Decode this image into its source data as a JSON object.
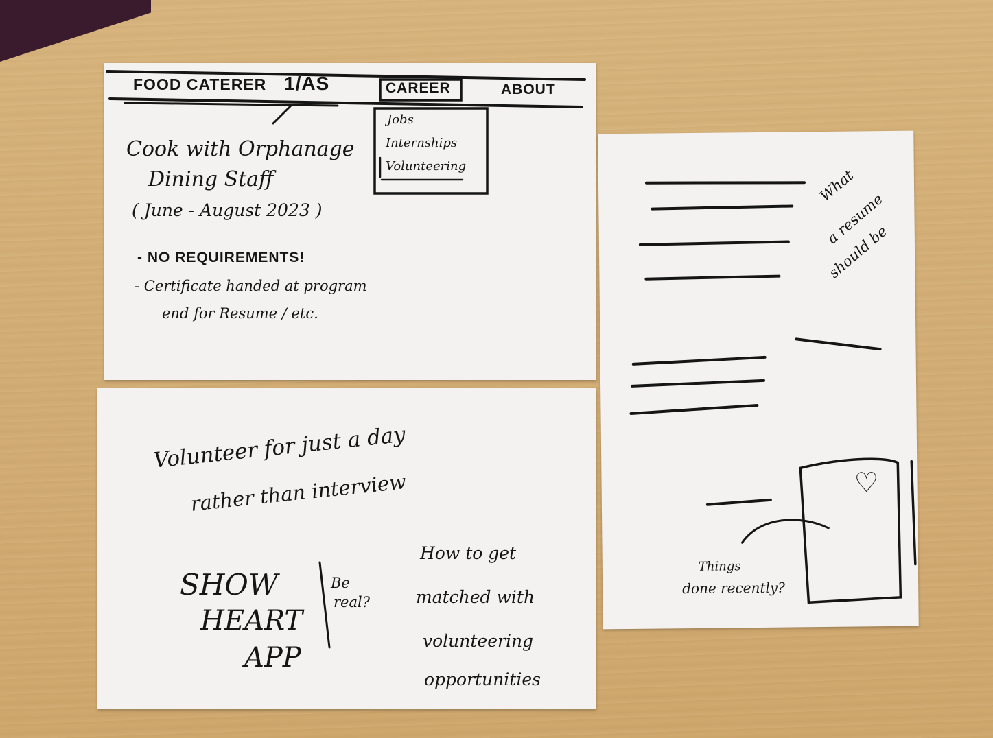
{
  "nav": {
    "brand": "FOOD CATERER",
    "brand_suffix": "1/AS",
    "career": "CAREER",
    "about": "ABOUT"
  },
  "career_menu": {
    "items": [
      "Jobs",
      "Internships",
      "Volunteering"
    ]
  },
  "listing": {
    "title_line1": "Cook with Orphanage",
    "title_line2": "Dining Staff",
    "dates": "( June - August 2023 )",
    "bullet1": "- NO REQUIREMENTS!",
    "bullet2_line1": "- Certificate handed at program",
    "bullet2_line2": "end for Resume / etc."
  },
  "notes": {
    "volunteer_line1": "Volunteer for just a day",
    "volunteer_line2": "rather than interview",
    "app_line1": "SHOW",
    "app_line2": "HEART",
    "app_line3": "APP",
    "app_aside_line1": "Be",
    "app_aside_line2": "real?",
    "match_line1": "How to get",
    "match_line2": "matched with",
    "match_line3": "volunteering",
    "match_line4": "opportunities"
  },
  "resume_card": {
    "note_line1": "What",
    "note_line2": "a resume",
    "note_line3": "should be",
    "things_line1": "Things",
    "things_line2": "done recently?"
  },
  "colors": {
    "ink": "#151515",
    "paper": "#f4f2f0",
    "wood": "#d3ae76"
  }
}
